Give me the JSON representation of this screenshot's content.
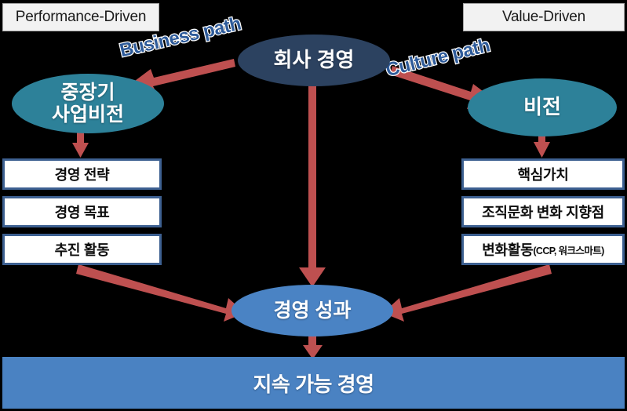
{
  "diagram": {
    "title": "Sustainable management strategy diagram",
    "background_color": "#000000",
    "colors": {
      "navy_ellipse": "#2C4260",
      "teal_ellipse": "#2D8199",
      "blue_ellipse": "#4A83C4",
      "bottom_bar": "#4A82C2",
      "arrow_red": "#BE5050",
      "box_border": "#3D6091",
      "chip_fill": "#F2F2F2",
      "path_label_text": "#2E5B9A"
    }
  },
  "headers": {
    "left_chip": "Performance-Driven",
    "right_chip": "Value-Driven"
  },
  "path_labels": {
    "business": "Business path",
    "culture": "Culture path"
  },
  "nodes": {
    "company_management": "회사 경영",
    "midterm_vision_line1": "중장기",
    "midterm_vision_line2": "사업비전",
    "vision": "비전",
    "performance_result": "경영 성과",
    "sustainable_management": "지속 가능 경영"
  },
  "left_column": {
    "items": [
      {
        "label": "경영 전략"
      },
      {
        "label": "경영 목표"
      },
      {
        "label": "추진 활동"
      }
    ]
  },
  "right_column": {
    "items": [
      {
        "label": "핵심가치",
        "sub": ""
      },
      {
        "label": "조직문화 변화 지향점",
        "sub": ""
      },
      {
        "label": "변화활동",
        "sub": "(CCP, 워크스마트)"
      }
    ]
  },
  "arrows": [
    {
      "name": "company-to-midterm",
      "from": "회사 경영",
      "to": "중장기 사업비전",
      "label": "Business path"
    },
    {
      "name": "company-to-vision",
      "from": "회사 경영",
      "to": "비전",
      "label": "Culture path"
    },
    {
      "name": "midterm-to-strategy",
      "from": "중장기 사업비전",
      "to": "경영 전략",
      "label": ""
    },
    {
      "name": "vision-to-corevalue",
      "from": "비전",
      "to": "핵심가치",
      "label": ""
    },
    {
      "name": "company-to-result",
      "from": "회사 경영",
      "to": "경영 성과",
      "label": ""
    },
    {
      "name": "left-stack-to-result",
      "from": "추진 활동",
      "to": "경영 성과",
      "label": ""
    },
    {
      "name": "right-stack-to-result",
      "from": "변화활동",
      "to": "경영 성과",
      "label": ""
    },
    {
      "name": "result-to-sustainable",
      "from": "경영 성과",
      "to": "지속 가능 경영",
      "label": ""
    }
  ]
}
